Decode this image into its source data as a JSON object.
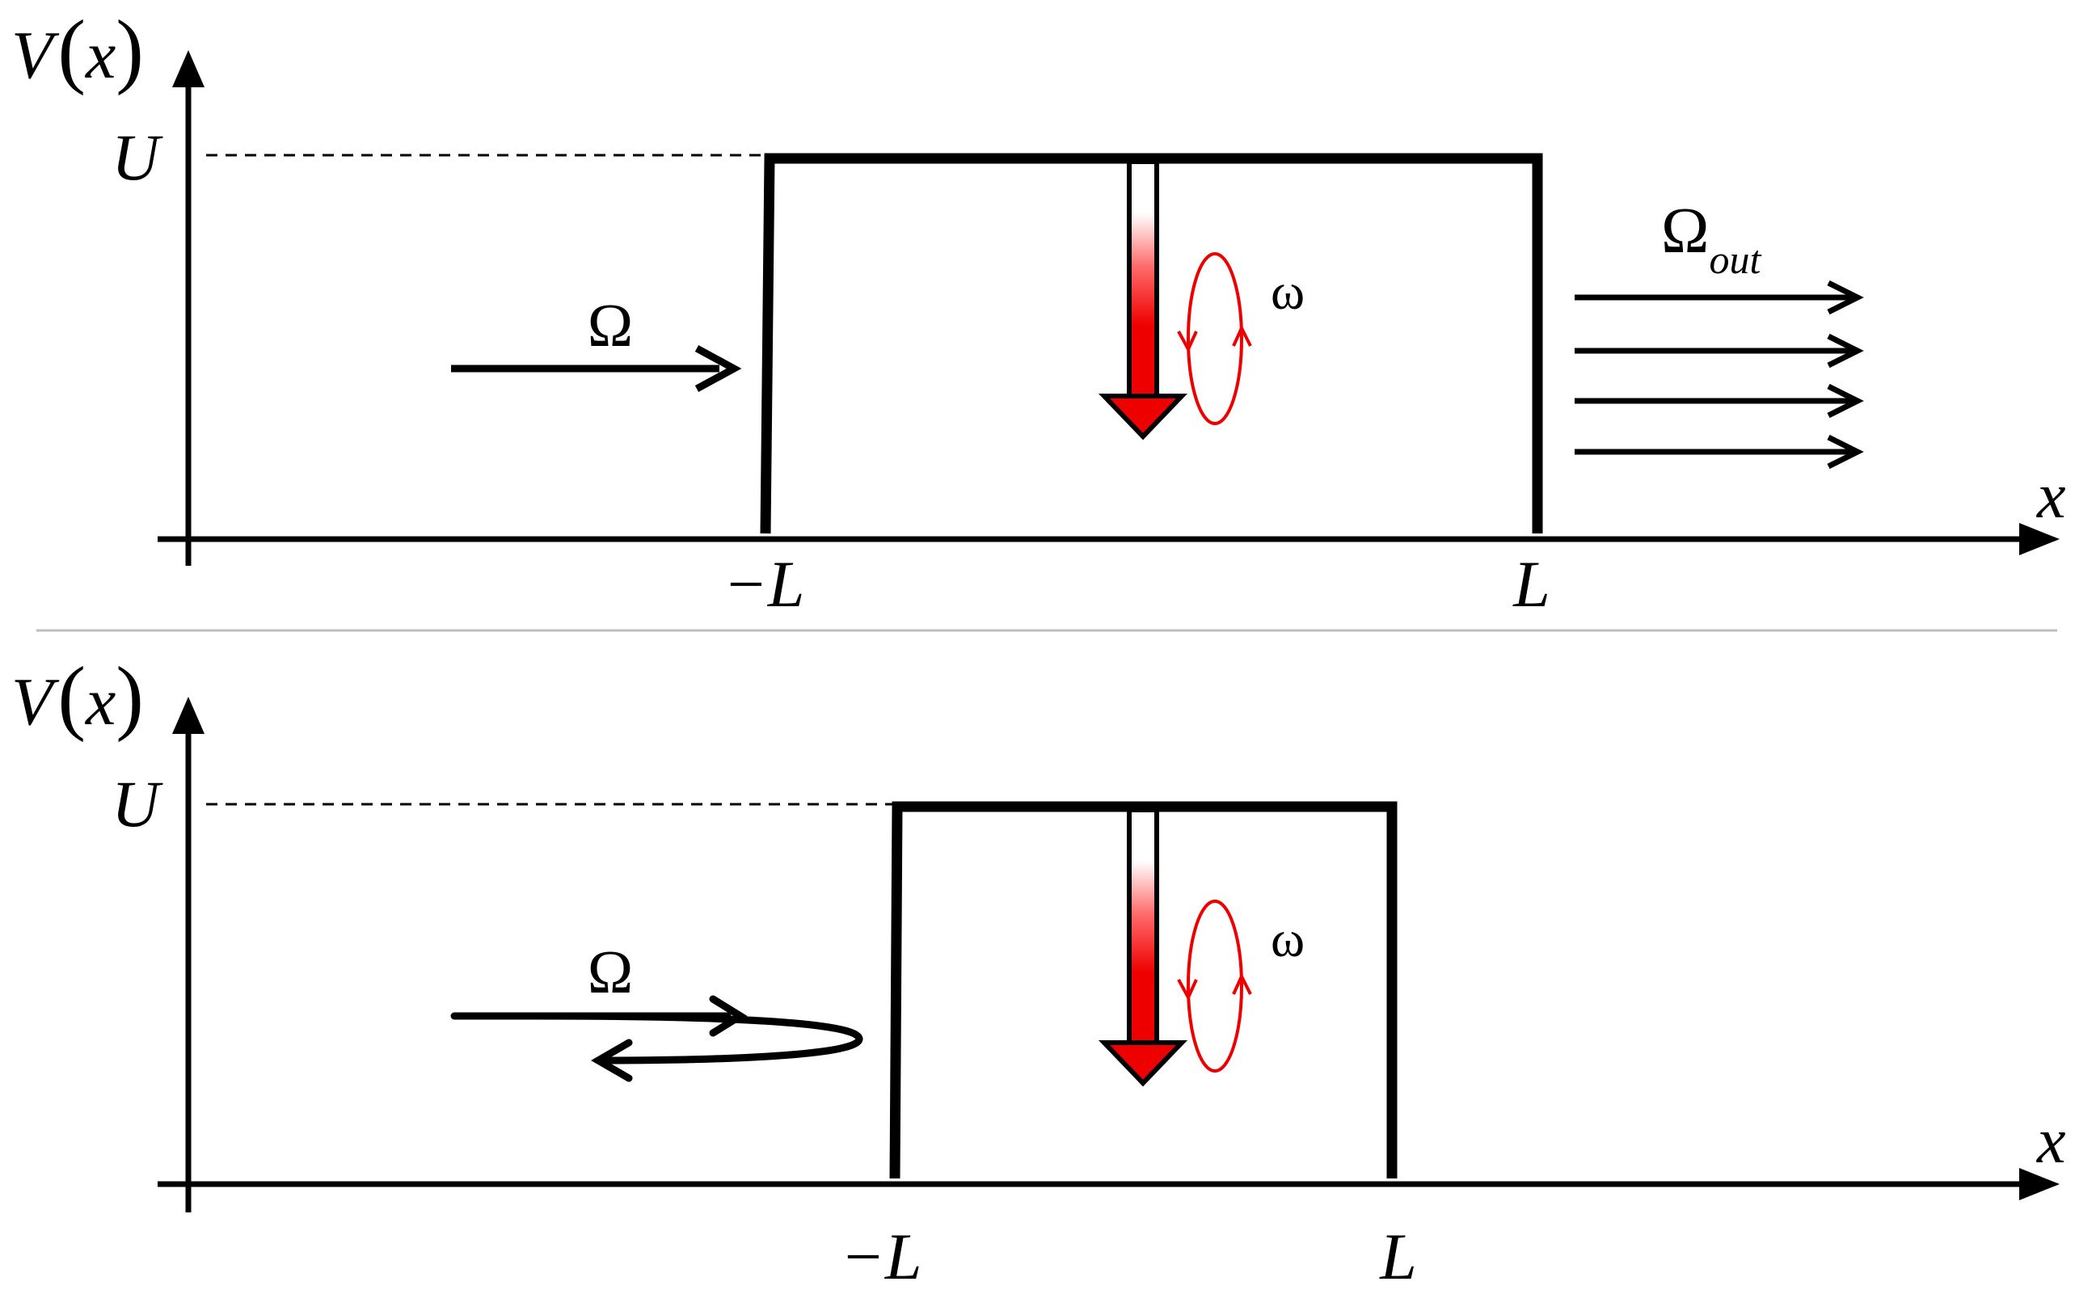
{
  "panels": [
    {
      "id": "top",
      "axis_y_label": {
        "main": "V",
        "arg": "x"
      },
      "axis_x_label": "x",
      "level_label": "U",
      "left_edge_label": "−L",
      "right_edge_label": "L",
      "incoming_label": "Ω",
      "outgoing_label": {
        "main": "Ω",
        "sub": "out"
      },
      "oscillation_label": "ω"
    },
    {
      "id": "bottom",
      "axis_y_label": {
        "main": "V",
        "arg": "x"
      },
      "axis_x_label": "x",
      "level_label": "U",
      "left_edge_label": "−L",
      "right_edge_label": "L",
      "incoming_label": "Ω",
      "oscillation_label": "ω"
    }
  ],
  "colors": {
    "ink": "#000000",
    "accent": "#ee0000",
    "divider": "#bdbdbd"
  }
}
